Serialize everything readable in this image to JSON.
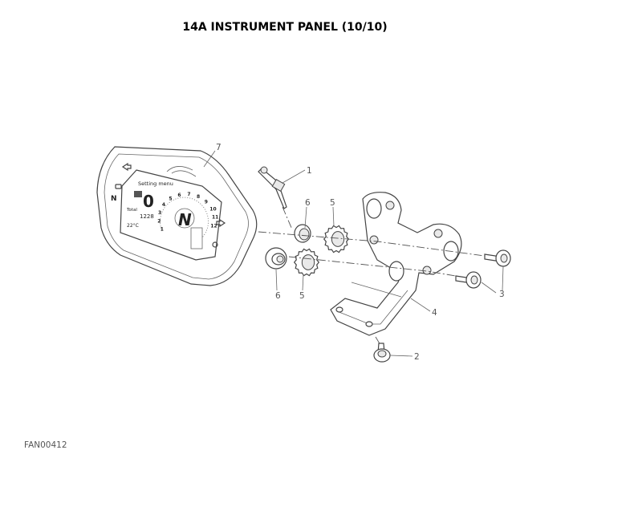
{
  "title": "14A INSTRUMENT PANEL (10/10)",
  "drawing_code": "FAN00412",
  "callouts": [
    {
      "number": "1",
      "part": "cable-tie"
    },
    {
      "number": "2",
      "part": "screw"
    },
    {
      "number": "3",
      "part": "screw"
    },
    {
      "number": "4",
      "part": "bracket"
    },
    {
      "number": "5",
      "part": "damper-upper"
    },
    {
      "number": "5",
      "part": "damper-lower"
    },
    {
      "number": "6",
      "part": "spacer-upper"
    },
    {
      "number": "6",
      "part": "spacer-lower"
    },
    {
      "number": "7",
      "part": "instrument-panel"
    }
  ],
  "panel_display": {
    "menu_label": "Setting menu",
    "gear": "N",
    "speed": "0",
    "total_label": "Total",
    "odometer": "1228",
    "temperature": "22°C",
    "rpm_ticks": [
      "1",
      "2",
      "3",
      "4",
      "5",
      "6",
      "7",
      "8",
      "9",
      "10",
      "11",
      "12"
    ]
  }
}
